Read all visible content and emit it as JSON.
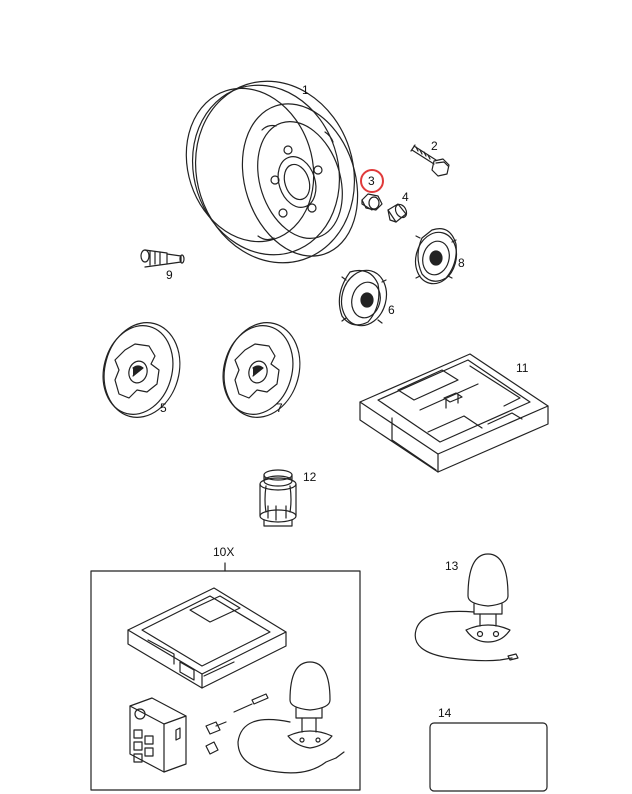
{
  "callouts": {
    "c1": "1",
    "c2": "2",
    "c3": "3",
    "c4": "4",
    "c5": "5",
    "c6": "6",
    "c7": "7",
    "c8": "8",
    "c9": "9",
    "c10x": "10X",
    "c11": "11",
    "c12": "12",
    "c13": "13",
    "c14": "14"
  },
  "highlight": {
    "part": "3",
    "color": "#e03a3a"
  }
}
